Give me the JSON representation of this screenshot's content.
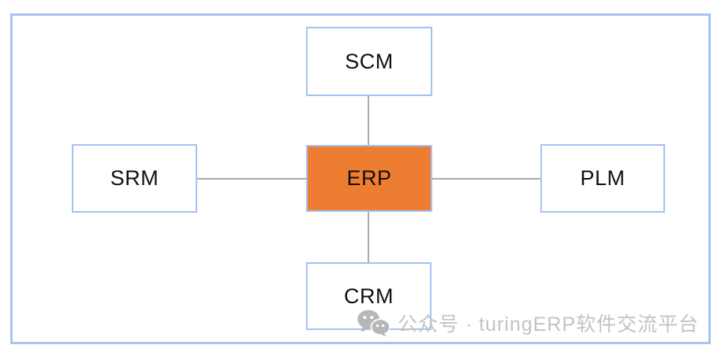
{
  "diagram": {
    "center": {
      "id": "erp",
      "label": "ERP"
    },
    "nodes": [
      {
        "id": "scm",
        "label": "SCM",
        "position": "top"
      },
      {
        "id": "srm",
        "label": "SRM",
        "position": "left"
      },
      {
        "id": "plm",
        "label": "PLM",
        "position": "right"
      },
      {
        "id": "crm",
        "label": "CRM",
        "position": "bottom"
      }
    ],
    "connections": [
      "scm-erp",
      "srm-erp",
      "erp-plm",
      "erp-crm"
    ],
    "colors": {
      "center_fill": "#ed7d31",
      "node_border": "#a4c2f4",
      "frame_border": "#a7c4f2",
      "connector": "#ababab",
      "label_text": "#111111"
    }
  },
  "watermark": {
    "icon": "wechat-icon",
    "text": "公众号 · turingERP软件交流平台",
    "color": "#c3c3c3"
  }
}
